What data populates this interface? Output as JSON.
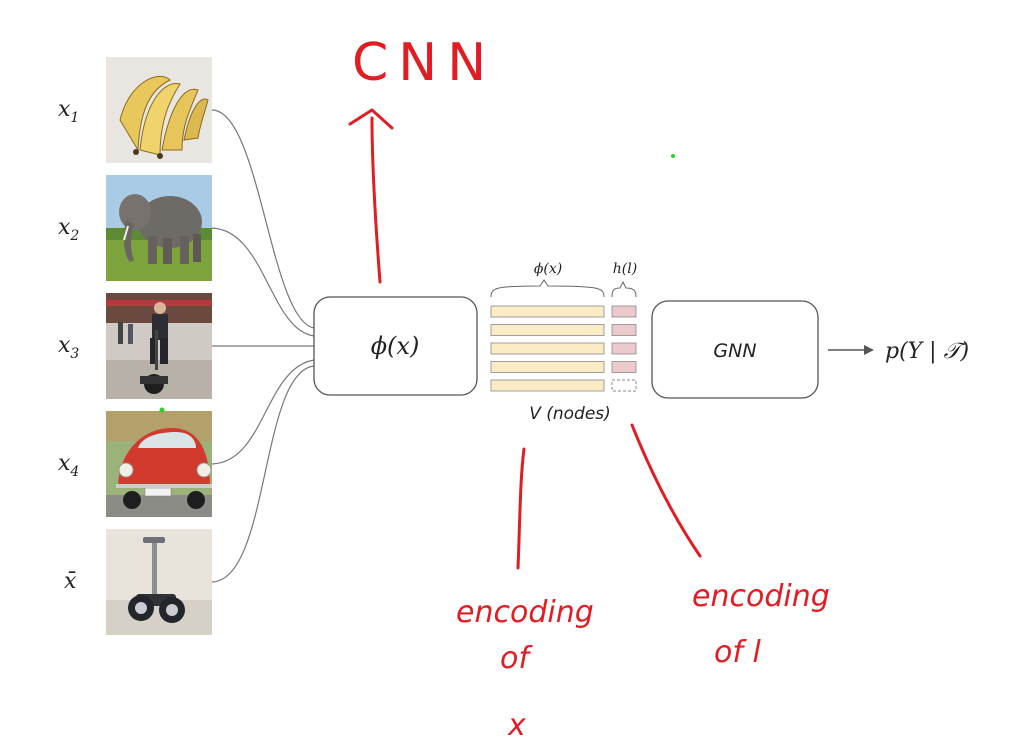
{
  "inputs": [
    {
      "label": "x",
      "sub": "1",
      "image": "bananas"
    },
    {
      "label": "x",
      "sub": "2",
      "image": "elephant"
    },
    {
      "label": "x",
      "sub": "3",
      "image": "segway-rider"
    },
    {
      "label": "x",
      "sub": "4",
      "image": "red-beetle-car"
    },
    {
      "label": "x̄",
      "sub": "",
      "image": "segway"
    }
  ],
  "encoder": {
    "label": "ϕ(x)"
  },
  "nodes": {
    "phi_label": "ϕ(x)",
    "h_label": "h(l)",
    "caption": "V (nodes)",
    "feature_color": "#fbecc6",
    "label_color": "#ecc9cd"
  },
  "gnn": {
    "label": "GNN"
  },
  "output": {
    "label": "p(Y | 𝒯)"
  },
  "annotations": {
    "cnn": "CNN",
    "encoding_x_line1": "encoding",
    "encoding_x_line2": "of",
    "encoding_x_line3": "x",
    "encoding_l_line1": "encoding",
    "encoding_l_line2": "of l",
    "ink_color": "#e11d24"
  }
}
